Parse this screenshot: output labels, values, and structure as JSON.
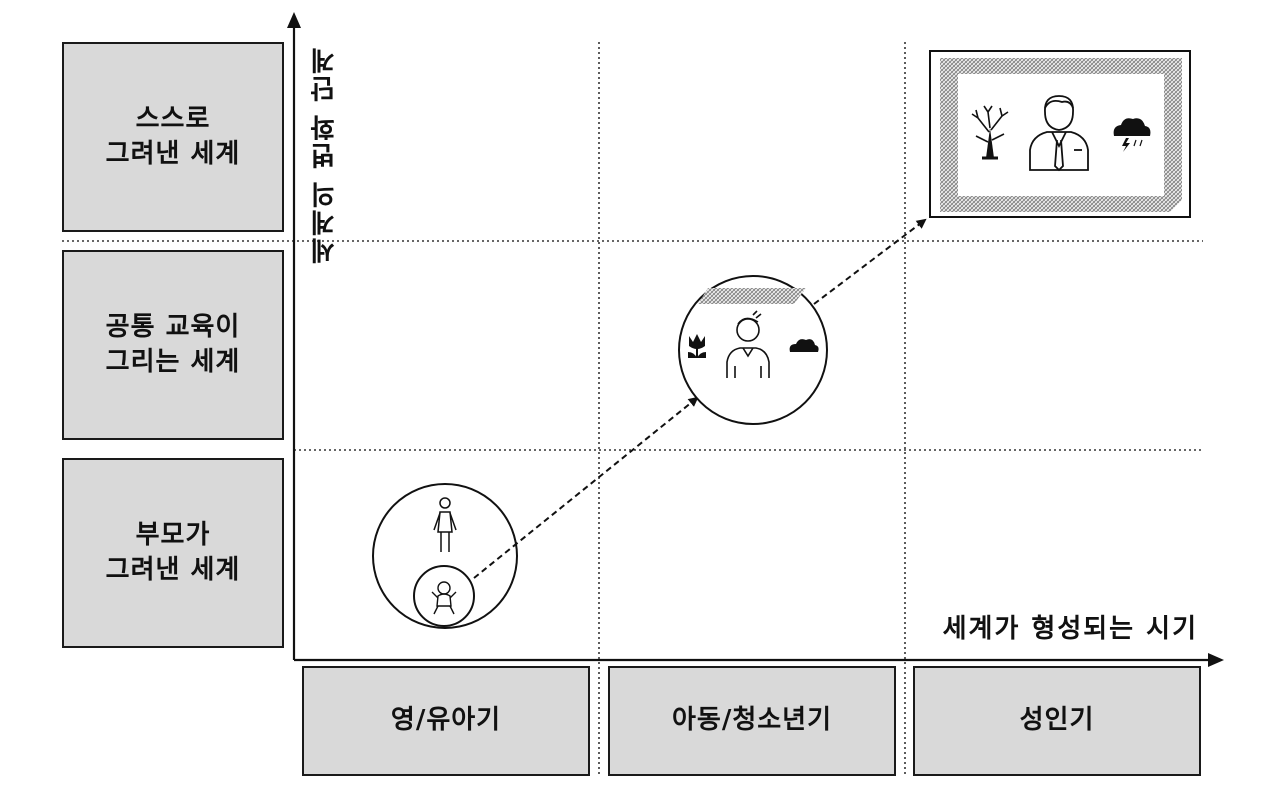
{
  "row_labels": {
    "self": "스스로\n그려낸 세계",
    "common": "공통 교육이\n그리는 세계",
    "parent": "부모가\n그려낸 세계"
  },
  "col_labels": {
    "infant": "영/유아기",
    "child": "아동/청소년기",
    "adult": "성인기"
  },
  "axis": {
    "y_title": "세계의 변화 단계",
    "x_title": "세계가 형성되는 시기"
  },
  "icons": {
    "infant_stage": [
      "woman-icon",
      "baby-icon"
    ],
    "child_stage": [
      "tulip-icon",
      "boy-icon",
      "cloud-icon"
    ],
    "adult_stage": [
      "bare-tree-icon",
      "businessman-icon",
      "storm-cloud-icon"
    ]
  },
  "colors": {
    "box_fill": "#d9d9d9",
    "line": "#1a1a1a",
    "hatch": "#9a9a9a"
  }
}
